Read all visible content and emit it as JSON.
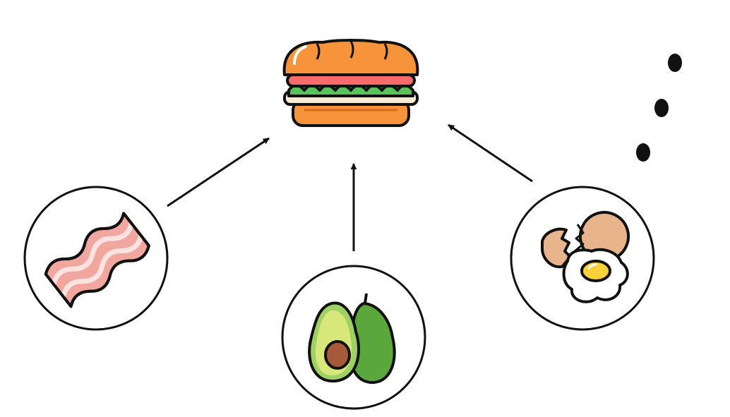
{
  "diagram": {
    "result": {
      "icon": "sandwich-icon"
    },
    "ingredients": [
      {
        "id": "bacon",
        "icon": "bacon-icon"
      },
      {
        "id": "avocado",
        "icon": "avocado-icon"
      },
      {
        "id": "egg",
        "icon": "egg-icon"
      }
    ],
    "continuation": {
      "icon": "ellipsis-dots"
    },
    "colors": {
      "outline": "#111111",
      "bun": "#f7933b",
      "tomato": "#f76b6b",
      "lettuce": "#58c35a",
      "cheese": "#f8ecd6",
      "bacon_meat": "#f2a6a0",
      "bacon_fat": "#fde3e0",
      "avocado_skin": "#5aa83c",
      "avocado_flesh": "#d8e77a",
      "avocado_pit": "#a7593b",
      "egg_shell": "#e8b48c",
      "egg_white": "#ffffff",
      "egg_yolk": "#fbd13a"
    }
  }
}
